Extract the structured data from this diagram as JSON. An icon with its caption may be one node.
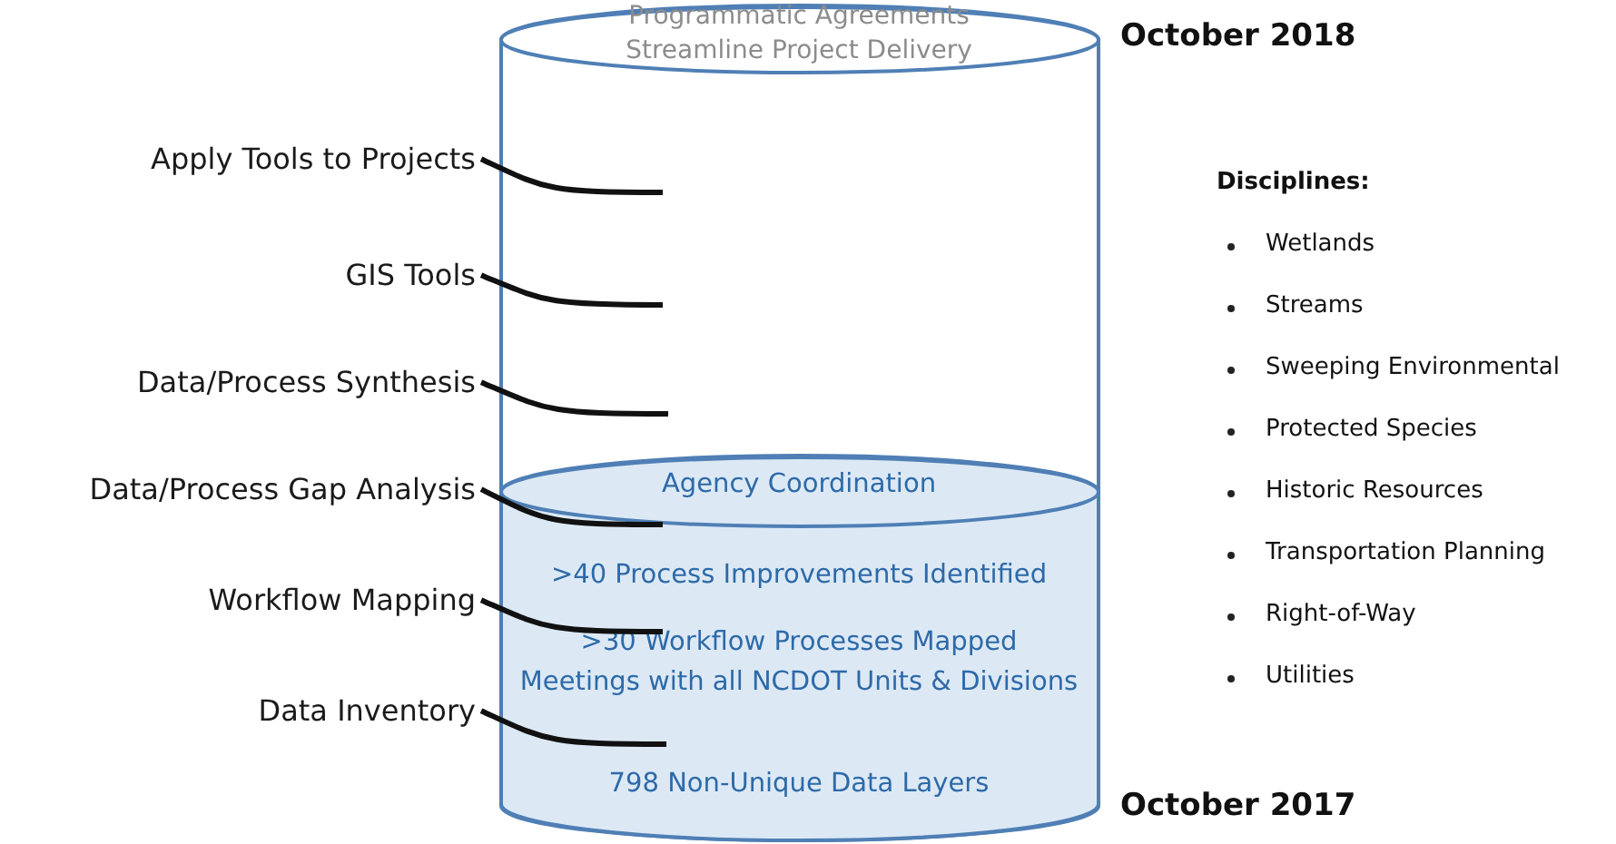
{
  "diagram": {
    "nodes": [
      {
        "text": [
          "Programmatic Agreements",
          "Streamline Project Delivery"
        ]
      },
      {
        "text": [
          "Agency Coordination",
          ">40 Process Improvements Identified",
          ">30 Workflow Processes Mapped",
          "Meetings with all NCDOT Units & Divisions",
          "798 Non-Unique Data Layers"
        ],
        "in": 0
      },
      {
        "text": [
          "Apply Tools to Projects"
        ]
      },
      {
        "text": [
          "GIS Tools"
        ]
      },
      {
        "text": [
          "Data/Process Synthesis"
        ]
      },
      {
        "text": [
          "Data/Process Gap Analysis"
        ]
      },
      {
        "text": [
          "Workflow Mapping"
        ]
      },
      {
        "text": [
          "Data Inventory"
        ]
      }
    ],
    "edges": [
      {
        "from": 2,
        "to": 0,
        "arrow": "none"
      },
      {
        "from": 3,
        "to": 0,
        "arrow": "none"
      },
      {
        "from": 4,
        "to": 0,
        "arrow": "none"
      },
      {
        "from": 5,
        "to": 1,
        "arrow": "none"
      },
      {
        "from": 6,
        "to": 1,
        "arrow": "none"
      },
      {
        "from": 7,
        "to": 1,
        "arrow": "none"
      }
    ],
    "labels": [
      "October 2018",
      "Disciplines:",
      "Wetlands",
      "Streams",
      "Sweeping Environmental",
      "Protected Species",
      "Historic Resources",
      "Transportation Planning",
      "Right-of-Way",
      "Utilities",
      "October 2017"
    ]
  }
}
